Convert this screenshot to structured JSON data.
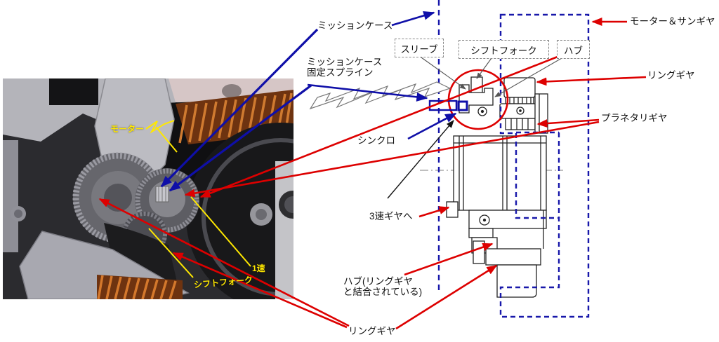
{
  "diagram": {
    "labels": {
      "mission_case": "ミッションケース",
      "mission_case_spline": "ミッションケース\n固定スプライン",
      "synchro": "シンクロ",
      "third_gear": "3速ギヤへ",
      "hub_ring_gear": "ハブ(リングギヤ\nと結合されている)",
      "ring_gear_bottom": "リングギヤ",
      "motor_sun_gear": "モーター＆サンギヤ",
      "ring_gear_right": "リングギヤ",
      "planetary_gear": "プラネタリギヤ"
    },
    "boxes": {
      "sleeve": "スリーブ",
      "shift_fork": "シフトフォーク",
      "hub": "ハブ"
    },
    "colors": {
      "annotation_red": "#dd0000",
      "annotation_blue": "#0f0fa8",
      "outline_dashed_blue": "#1818aa",
      "leader_gray": "#666666"
    }
  },
  "photo": {
    "labels": {
      "motor": "モーター",
      "first_gear": "1速",
      "shift_fork": "シフトフォーク"
    },
    "label_color": "#ffe800"
  }
}
